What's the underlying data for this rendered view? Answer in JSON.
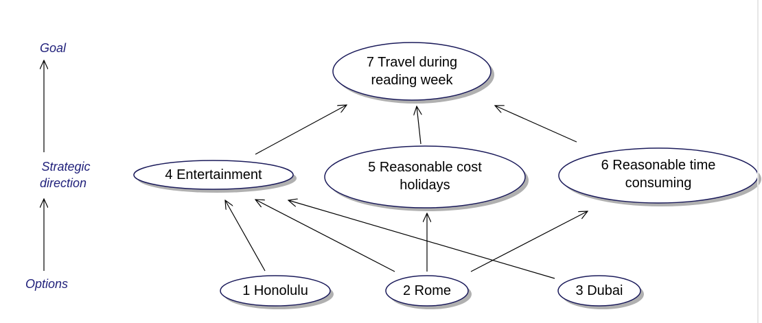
{
  "levels": {
    "goal": "Goal",
    "strategic_line1": "Strategic",
    "strategic_line2": "direction",
    "options": "Options"
  },
  "nodes": {
    "n7": {
      "line1": "7 Travel during",
      "line2": "reading week"
    },
    "n4": {
      "line1": "4 Entertainment"
    },
    "n5": {
      "line1": "5 Reasonable cost",
      "line2": "holidays"
    },
    "n6": {
      "line1": "6 Reasonable time",
      "line2": "consuming"
    },
    "n1": {
      "line1": "1 Honolulu"
    },
    "n2": {
      "line1": "2 Rome"
    },
    "n3": {
      "line1": "3 Dubai"
    }
  },
  "colors": {
    "label": "#1f1f7a",
    "edge": "#000000",
    "node_border": "#1a1a5a"
  }
}
